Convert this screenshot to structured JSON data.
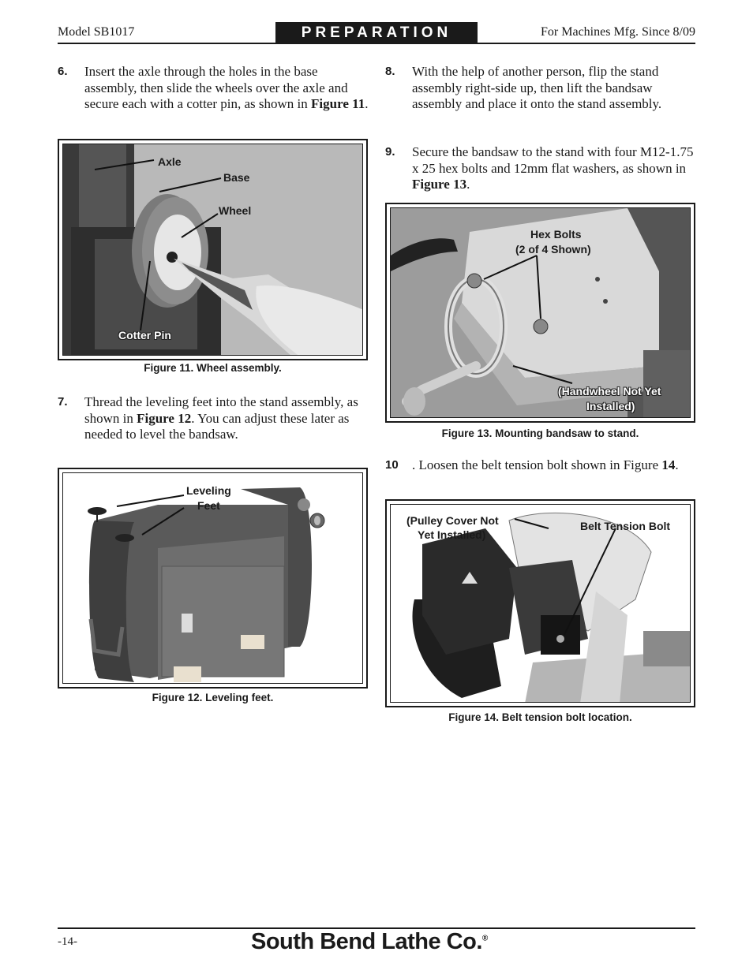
{
  "header": {
    "model": "Model SB1017",
    "section": "PREPARATION",
    "mfg": "For Machines Mfg. Since 8/09"
  },
  "steps": {
    "s6": {
      "num": "6.",
      "text_a": "Insert the axle through the holes in the base assembly, then slide the wheels over the axle and secure each with a cotter pin, as shown in ",
      "ref": "Figure 11",
      "text_b": "."
    },
    "s7": {
      "num": "7.",
      "text_a": "Thread the leveling feet into the stand assembly, as shown in ",
      "ref": "Figure 12",
      "text_b": ". You can adjust these later as needed to level the bandsaw."
    },
    "s8": {
      "num": "8.",
      "text_a": "With the help of another person, flip the stand assembly right-side up, then lift the bandsaw assembly and place it onto the stand assembly.",
      "ref": "",
      "text_b": ""
    },
    "s9": {
      "num": "9.",
      "text_a": "Secure the bandsaw to the stand with four M12-1.75 x 25 hex bolts and 12mm flat washers, as shown in ",
      "ref": "Figure 13",
      "text_b": "."
    },
    "s10": {
      "num": "10",
      "text_a": ". Loosen the belt tension bolt shown in Figure ",
      "ref": "14",
      "text_b": "."
    }
  },
  "figures": {
    "f11": {
      "caption": "Figure 11. Wheel assembly.",
      "labels": {
        "axle": "Axle",
        "base": "Base",
        "wheel": "Wheel",
        "cotter": "Cotter Pin"
      }
    },
    "f12": {
      "caption": "Figure 12. Leveling feet.",
      "labels": {
        "lev1": "Leveling",
        "lev2": "Feet"
      }
    },
    "f13": {
      "caption": "Figure 13. Mounting bandsaw to stand.",
      "labels": {
        "hex1": "Hex Bolts",
        "hex2": "(2 of 4 Shown)",
        "hw1": "(Handwheel Not Yet",
        "hw2": "Installed)"
      }
    },
    "f14": {
      "caption": "Figure 14. Belt tension bolt location.",
      "labels": {
        "pc1": "(Pulley Cover Not",
        "pc2": "Yet Installed)",
        "btb": "Belt Tension Bolt"
      }
    }
  },
  "footer": {
    "page": "-14-",
    "brand": "South Bend Lathe Co.",
    "reg": "®"
  }
}
